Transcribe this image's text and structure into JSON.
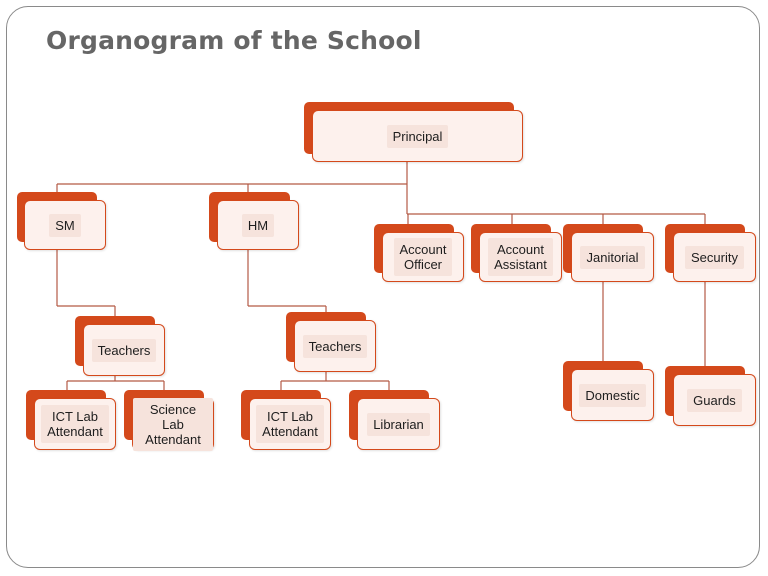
{
  "title": "Organogram of the School",
  "colors": {
    "accent": "#d4491b",
    "box_fill": "#fdf1ed",
    "line": "#b45a45"
  },
  "nodes": {
    "principal": "Principal",
    "sm": "SM",
    "hm": "HM",
    "account_officer": "Account\nOfficer",
    "account_assistant": "Account\nAssistant",
    "janitorial": "Janitorial",
    "security": "Security",
    "sm_teachers": "Teachers",
    "hm_teachers": "Teachers",
    "sm_ict_lab": "ICT Lab\nAttendant",
    "sm_science_lab": "Science Lab\nAttendant",
    "hm_ict_lab": "ICT Lab\nAttendant",
    "librarian": "Librarian",
    "domestic": "Domestic",
    "guards": "Guards"
  }
}
